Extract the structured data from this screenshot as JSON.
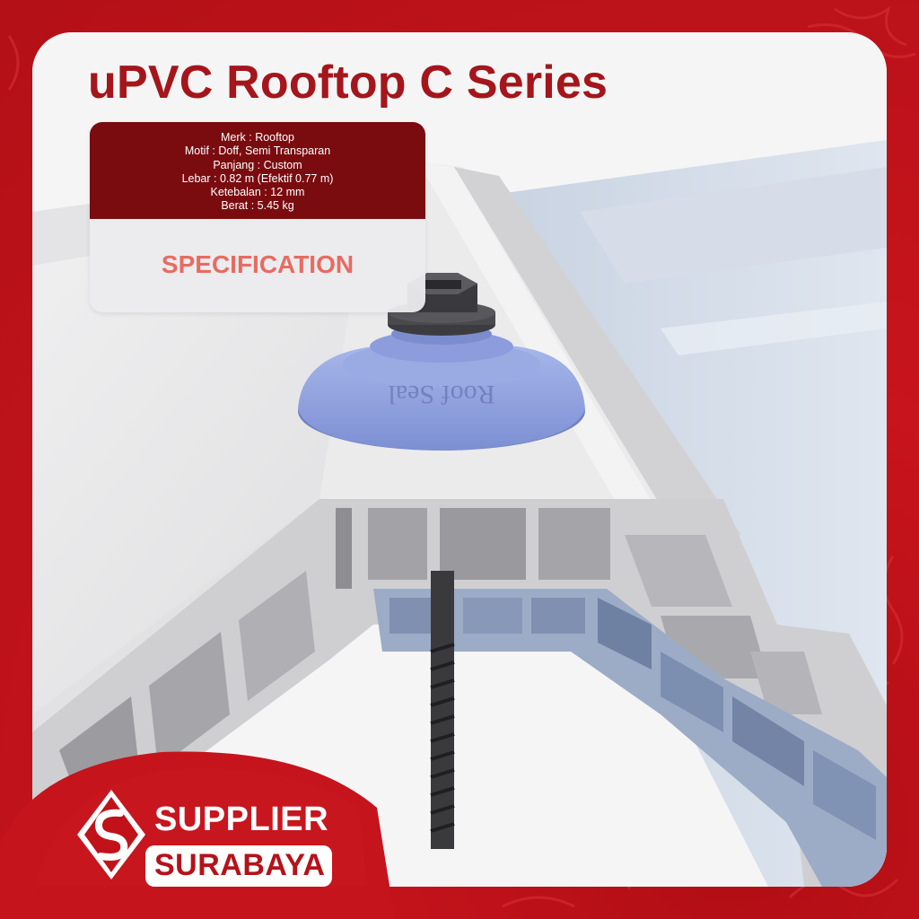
{
  "title": "uPVC Rooftop C Series",
  "specs": {
    "lines": [
      "Merk : Rooftop",
      "Motif : Doff, Semi Transparan",
      "Panjang : Custom",
      "Lebar : 0.82 m (Efektif 0.77 m)",
      "Ketebalan : 12 mm",
      "Berat : 5.45 kg"
    ],
    "label": "SPECIFICATION"
  },
  "product_marking": "Roof Seal",
  "brand": {
    "line1": "SUPPLIER",
    "line2": "SURABAYA"
  },
  "colors": {
    "brand_red": "#c1121a",
    "title_red": "#a4161b",
    "spec_header": "#7a0c10",
    "spec_label": "#e86b62",
    "seal_blue": "#8fa3dd"
  }
}
